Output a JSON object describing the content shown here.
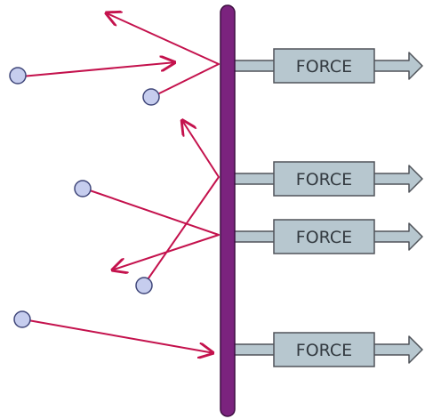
{
  "diagram": {
    "force_labels": [
      "FORCE",
      "FORCE",
      "FORCE",
      "FORCE"
    ],
    "colors": {
      "wall": "#7b237e",
      "particle_path": "#c4124d",
      "particle_fill": "#c6cdee",
      "particle_stroke": "#40477a",
      "force_box_fill": "#b7c7cf",
      "force_box_stroke": "#50545a",
      "force_text": "#333a40"
    },
    "icons": {
      "particle": "circle",
      "force_arrow": "right-arrow"
    }
  }
}
